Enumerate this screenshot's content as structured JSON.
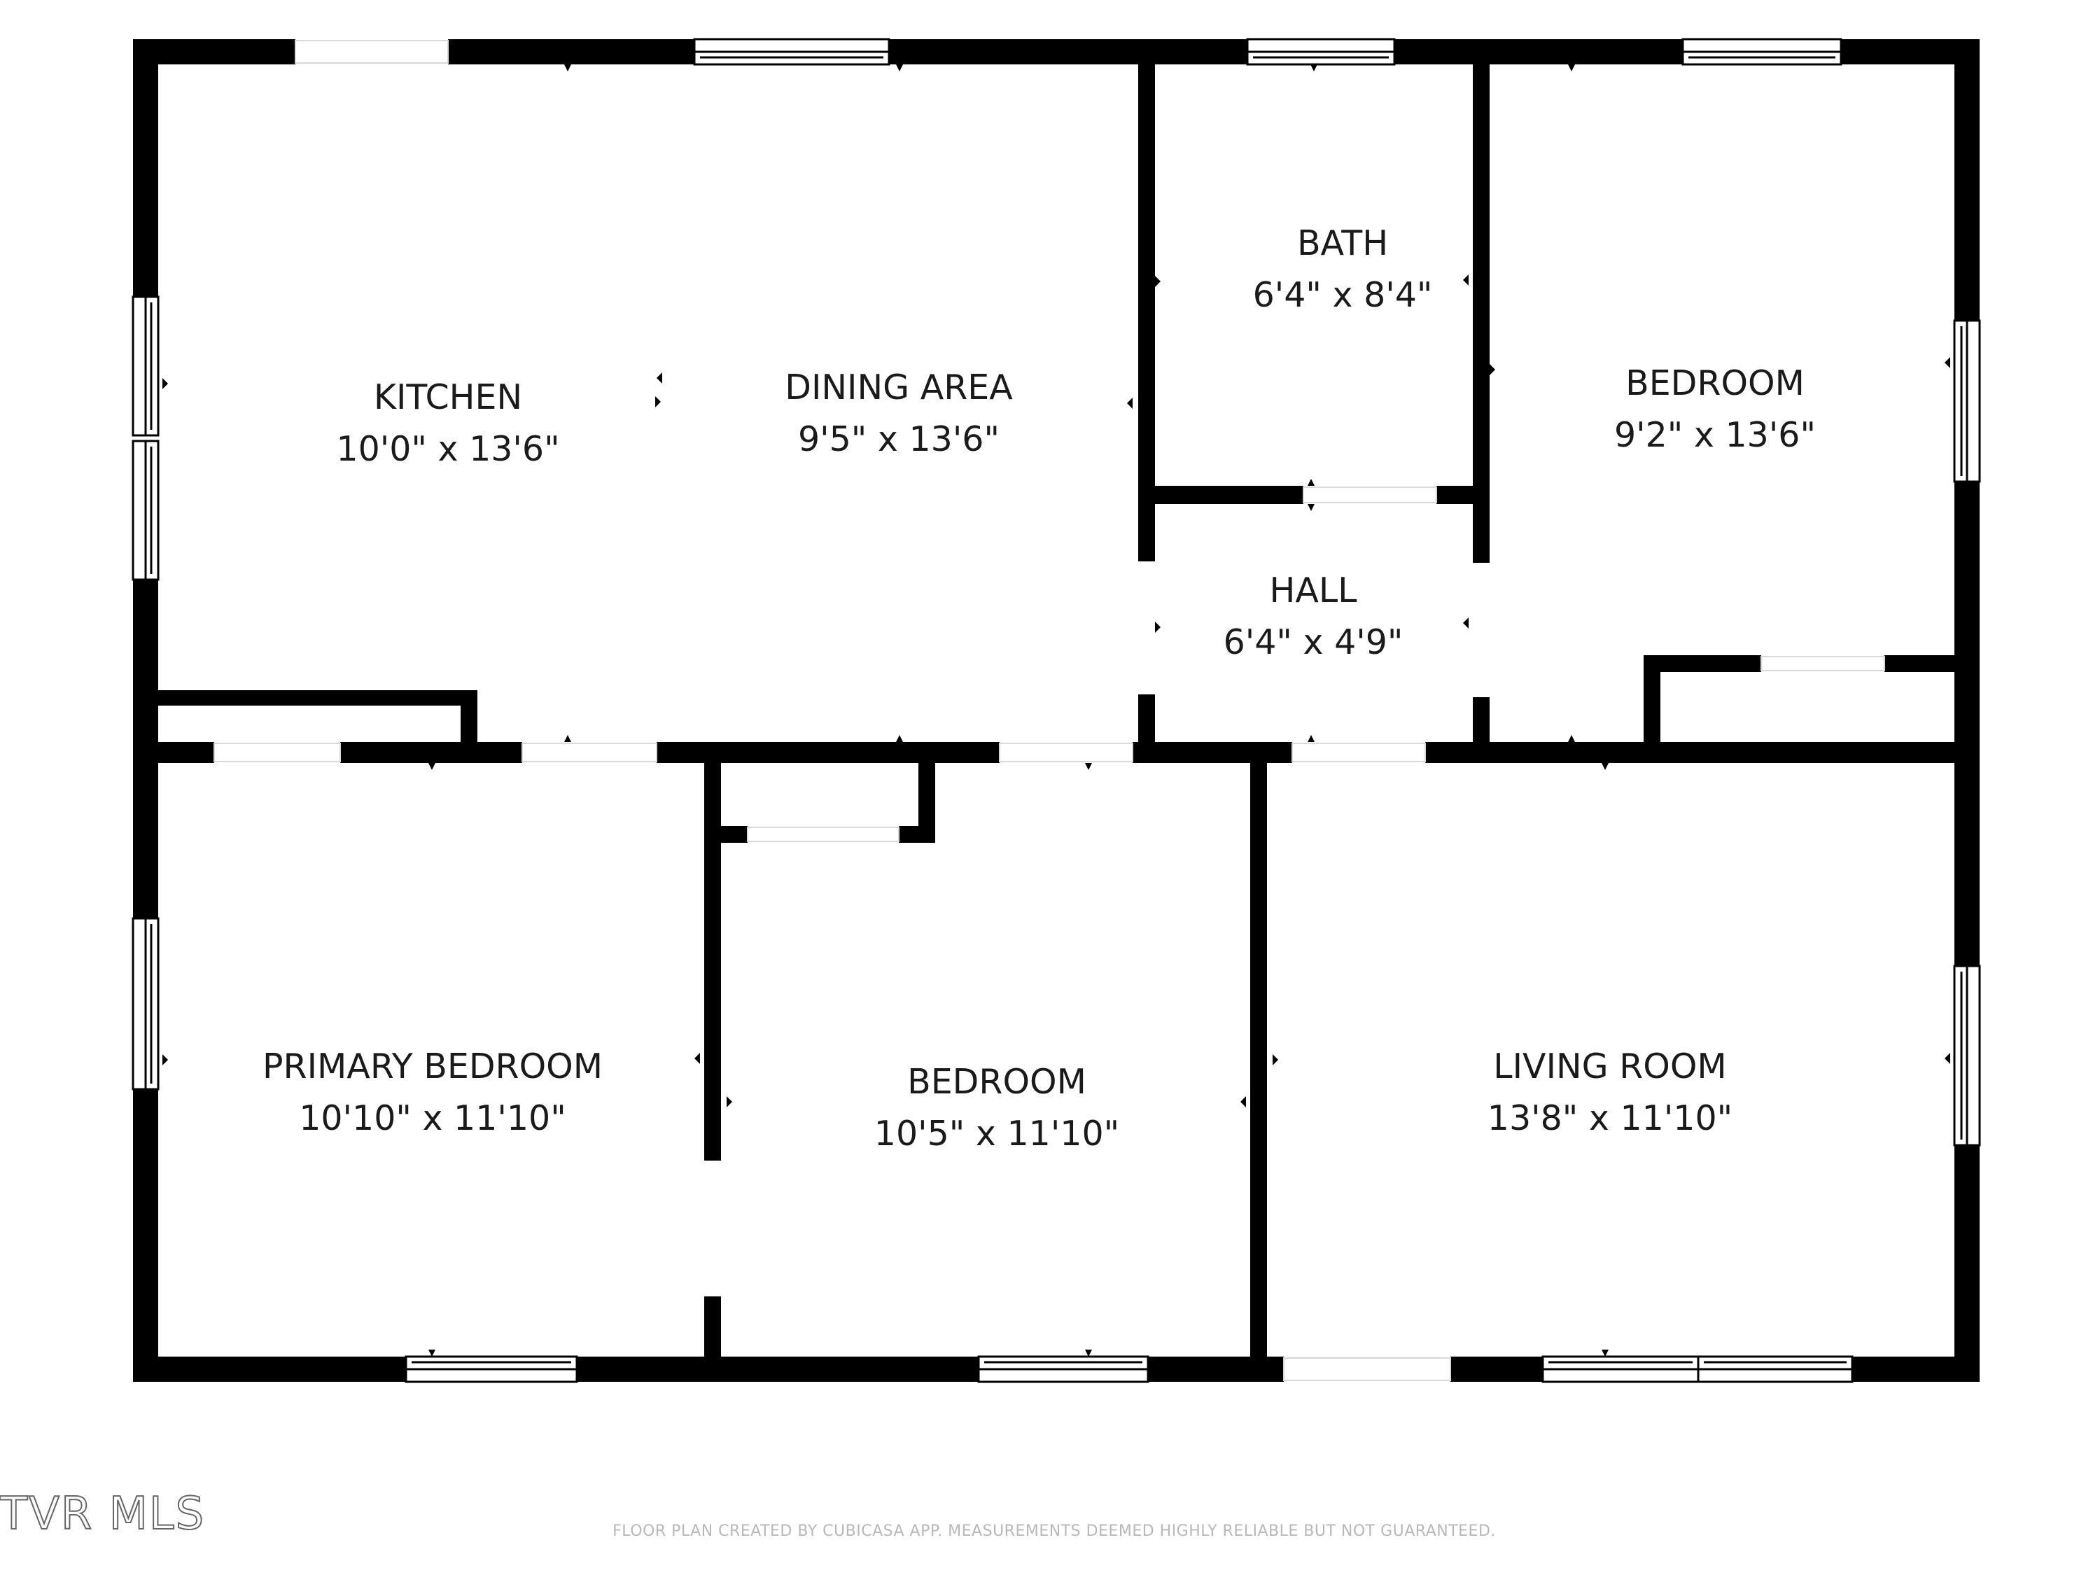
{
  "plan": {
    "wall_color": "#000000",
    "background_color": "#ffffff",
    "rooms": [
      {
        "id": "kitchen",
        "name": "KITCHEN",
        "dims": "10'0\" x 13'6\""
      },
      {
        "id": "dining-area",
        "name": "DINING AREA",
        "dims": "9'5\" x 13'6\""
      },
      {
        "id": "bath",
        "name": "BATH",
        "dims": "6'4\" x 8'4\""
      },
      {
        "id": "bedroom-ne",
        "name": "BEDROOM",
        "dims": "9'2\" x 13'6\""
      },
      {
        "id": "hall",
        "name": "HALL",
        "dims": "6'4\" x 4'9\""
      },
      {
        "id": "primary-bedroom",
        "name": "PRIMARY BEDROOM",
        "dims": "10'10\" x 11'10\""
      },
      {
        "id": "bedroom-s",
        "name": "BEDROOM",
        "dims": "10'5\" x 11'10\""
      },
      {
        "id": "living-room",
        "name": "LIVING ROOM",
        "dims": "13'8\" x 11'10\""
      }
    ]
  },
  "footer": {
    "note": "FLOOR PLAN CREATED BY CUBICASA APP. MEASUREMENTS DEEMED HIGHLY RELIABLE BUT NOT GUARANTEED.",
    "logo": "TVR MLS",
    "note_color": "#b8b8b8",
    "logo_color": "#666666"
  }
}
